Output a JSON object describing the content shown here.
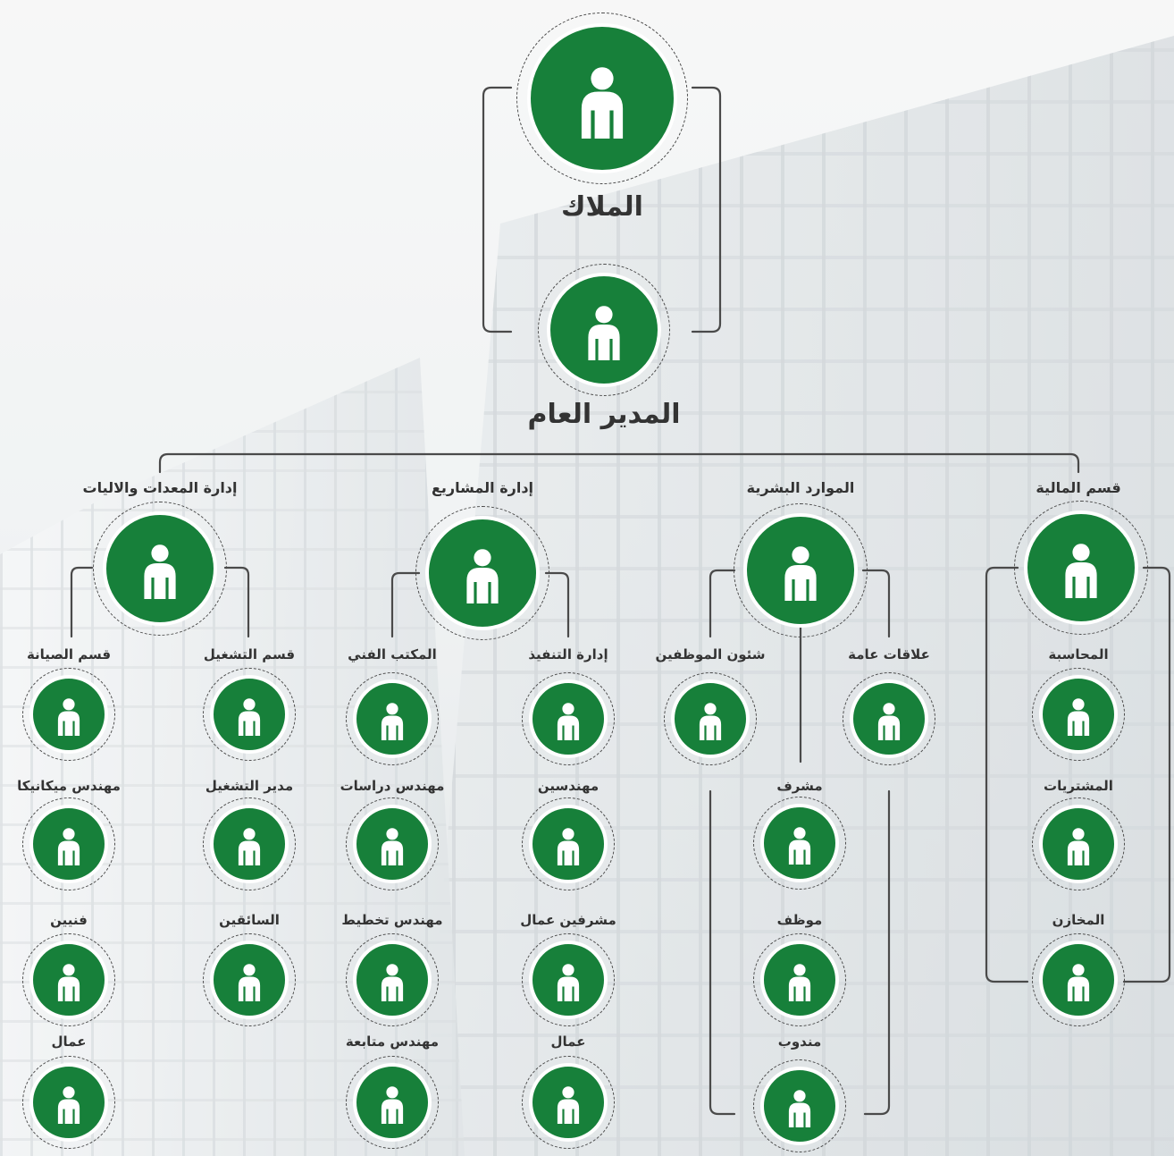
{
  "colors": {
    "badge_green": "#17803a",
    "badge_border": "#ffffff",
    "connector": "#4a4a4a",
    "label_text": "#333333"
  },
  "icon": "person-icon",
  "root": {
    "owners": "الملاك",
    "general_manager": "المدير العام"
  },
  "departments": {
    "equipment": {
      "title": "إدارة المعدات والاليات",
      "operation": {
        "title": "قسم التشغيل",
        "items": [
          "مدير التشغيل",
          "السائقين"
        ]
      },
      "maintenance": {
        "title": "قسم الصيانة",
        "items": [
          "مهندس ميكانيكا",
          "فنيين",
          "عمال"
        ]
      }
    },
    "projects": {
      "title": "إدارة المشاريع",
      "execution": {
        "title": "إدارة التنفيذ",
        "items": [
          "مهندسين",
          "مشرفين عمال",
          "عمال"
        ]
      },
      "technical_office": {
        "title": "المكتب الفني",
        "items": [
          "مهندس دراسات",
          "مهندس تخطيط",
          "مهندس متابعة"
        ]
      }
    },
    "hr": {
      "title": "الموارد البشرية",
      "public_relations": {
        "title": "علاقات عامة"
      },
      "employee_affairs": {
        "title": "شئون الموظفين"
      },
      "chain": [
        "مشرف",
        "موظف",
        "مندوب"
      ]
    },
    "finance": {
      "title": "قسم المالية",
      "items": [
        "المحاسبة",
        "المشتريات",
        "المخازن"
      ]
    }
  }
}
